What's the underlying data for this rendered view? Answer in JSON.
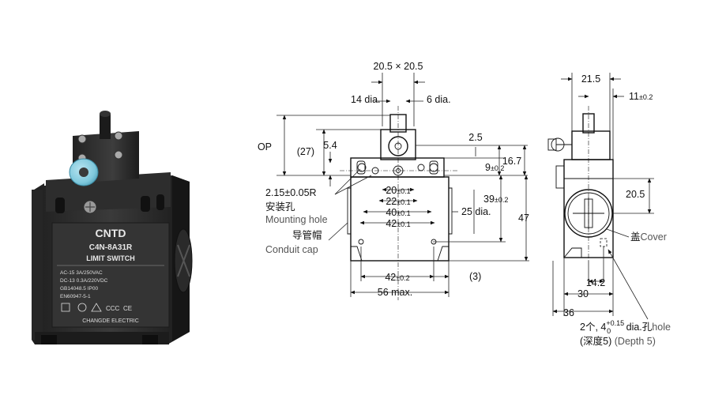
{
  "product": {
    "brand": "CNTD",
    "model": "C4N-8A31R",
    "type": "LIMIT SWITCH",
    "rating_ac": "AC-15  3A/250VAC",
    "rating_dc": "DC-13  0.3A/220VDC",
    "standard_1": "GB14048.5  IP00",
    "standard_2": "EN60947-5-1",
    "maker": "CHANGDE ELECTRIC",
    "colors": {
      "housing": "#2b2b2b",
      "plate": "#3a3a3a",
      "roller": "#7ec8dc",
      "plunger": "#1d1d1d"
    }
  },
  "front_view": {
    "label_top": "20.5 × 20.5",
    "roller_dia": "14 dia.",
    "plunger_dia": "6 dia.",
    "op": "OP",
    "op_27": "(27)",
    "dim_5_4": "5.4",
    "dim_2_5": "2.5",
    "dim_9": "9",
    "dim_9_tol": "±0.2",
    "dim_16_7": "16.7",
    "dim_39": "39",
    "dim_39_tol": "±0.2",
    "dim_47": "47",
    "dim_25": "25 dia.",
    "mount_radius": "2.15±0.05R",
    "mount_cn": "安装孔",
    "mount_en": "Mounting hole",
    "conduit_cn": "导管帽",
    "conduit_en": "Conduit cap",
    "w20": "20",
    "w22": "22",
    "w40": "40",
    "w42": "42",
    "w_tol": "±0.1",
    "bottom_42": "42",
    "bottom_42_tol": "±0.2",
    "dim_3": "(3)",
    "max56": "56 max."
  },
  "side_view": {
    "dim_21_5": "21.5",
    "dim_11": "11",
    "dim_11_tol": "±0.2",
    "dim_20_5": "20.5",
    "cover_cn": "盖",
    "cover_en": "Cover",
    "dim_14_2": "14.2",
    "dim_30": "30",
    "dim_36": "36",
    "hole_cn": "2个, 4",
    "hole_sup": "+0.15",
    "hole_sub": "0",
    "hole_dia": " dia.孔",
    "hole_en": "hole",
    "depth_cn": "(深度5)",
    "depth_en": " (Depth 5)"
  }
}
